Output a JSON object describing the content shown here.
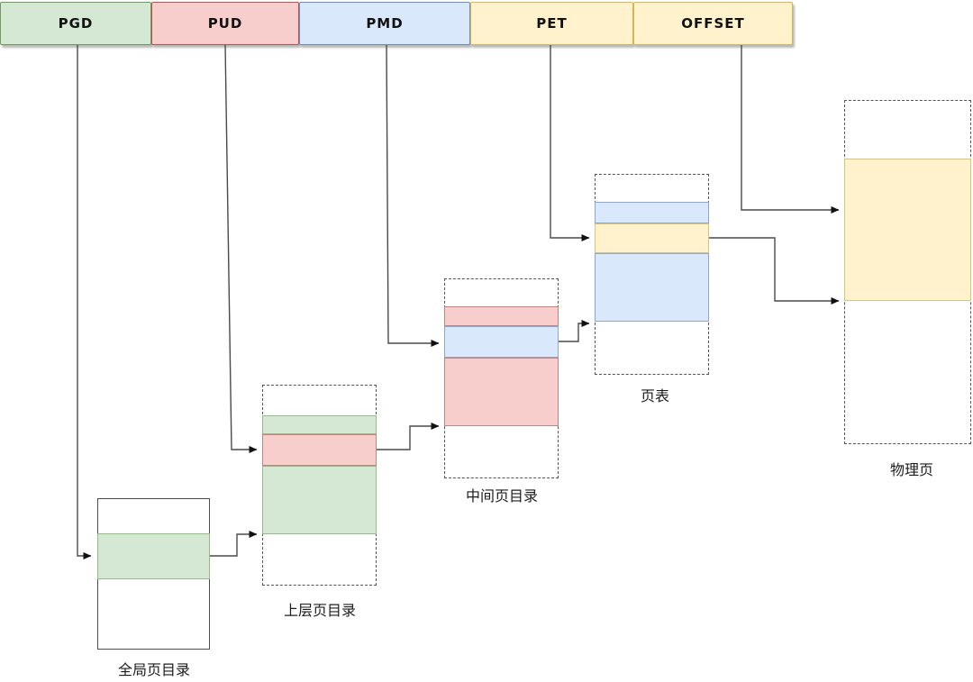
{
  "address_bar": {
    "description": "virtual address split into fields",
    "segments": [
      {
        "id": "pgd",
        "label": "PGD",
        "fill": "#d5e8d4",
        "stroke": "#82b366"
      },
      {
        "id": "pud",
        "label": "PUD",
        "fill": "#f8cecc",
        "stroke": "#b85450"
      },
      {
        "id": "pmd",
        "label": "PMD",
        "fill": "#dae8fc",
        "stroke": "#6c8ebf"
      },
      {
        "id": "pet",
        "label": "PET",
        "fill": "#fff2cc",
        "stroke": "#d6b656"
      },
      {
        "id": "offset",
        "label": "OFFSET",
        "fill": "#fff2cc",
        "stroke": "#d6b656"
      }
    ]
  },
  "tables": {
    "global_dir": {
      "label": "全局页目录",
      "border": "solid",
      "highlight": "#d5e8d4"
    },
    "upper_dir": {
      "label": "上层页目录",
      "border": "dashed",
      "bands": [
        "#d5e8d4",
        "#f8cecc",
        "#d5e8d4"
      ]
    },
    "middle_dir": {
      "label": "中间页目录",
      "border": "dashed",
      "bands": [
        "#f8cecc",
        "#dae8fc",
        "#f8cecc"
      ]
    },
    "page_table": {
      "label": "页表",
      "border": "dashed",
      "bands": [
        "#dae8fc",
        "#fff2cc",
        "#dae8fc"
      ]
    },
    "physical_page": {
      "label": "物理页",
      "border": "dashed",
      "highlight": "#fff2cc"
    }
  },
  "colors": {
    "green_fill": "#d5e8d4",
    "green_stroke": "#82b366",
    "red_fill": "#f8cecc",
    "red_stroke": "#b85450",
    "blue_fill": "#dae8fc",
    "blue_stroke": "#6c8ebf",
    "yellow_fill": "#fff2cc",
    "yellow_stroke": "#d6b656",
    "wire": "#4a4a4a"
  }
}
